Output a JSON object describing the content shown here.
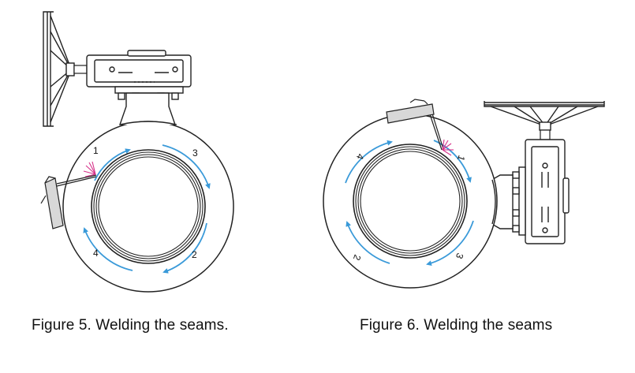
{
  "figures": [
    {
      "caption": "Figure 5. Welding the seams.",
      "seam_labels": [
        "1",
        "2",
        "3",
        "4"
      ]
    },
    {
      "caption": "Figure 6. Welding the seams",
      "seam_labels": [
        "1",
        "2",
        "3",
        "4"
      ]
    }
  ],
  "colors": {
    "arrow": "#3a9ad9",
    "spark": "#d6338a",
    "line": "#222222",
    "tool_fill": "#d8d8d8"
  }
}
